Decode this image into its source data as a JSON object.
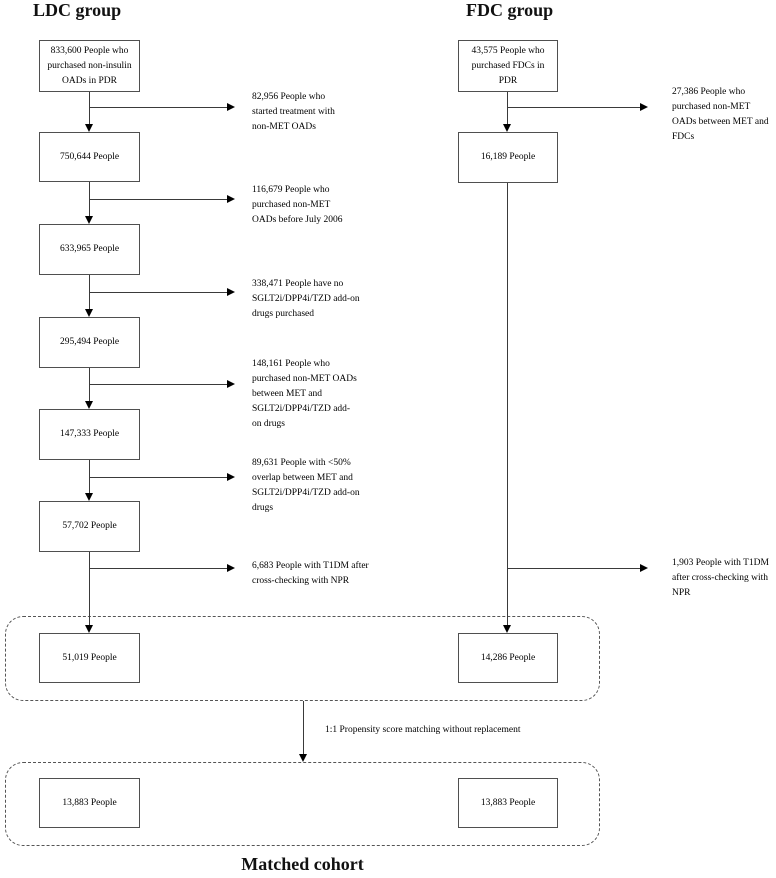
{
  "diagram": {
    "ldc": {
      "title": "LDC group",
      "boxes": [
        "833,600 People who\npurchased non-insulin\nOADs in PDR",
        "750,644 People",
        "633,965 People",
        "295,494 People",
        "147,333 People",
        "57,702 People",
        "51,019 People",
        "13,883 People"
      ],
      "exclusions": [
        "82,956 People who\nstarted treatment with\nnon-MET OADs",
        "116,679 People who\npurchased non-MET\nOADs before July 2006",
        "338,471 People have no\nSGLT2i/DPP4i/TZD add-on\ndrugs purchased",
        "148,161 People who\npurchased non-MET OADs\nbetween MET and\nSGLT2i/DPP4i/TZD add-\non drugs",
        "89,631 People with <50%\noverlap between MET and\nSGLT2i/DPP4i/TZD add-on\ndrugs",
        "6,683 People with T1DM after\ncross-checking with NPR"
      ]
    },
    "fdc": {
      "title": "FDC group",
      "boxes": [
        "43,575 People who\npurchased FDCs in\nPDR",
        "16,189 People",
        "14,286 People",
        "13,883 People"
      ],
      "exclusions": [
        "27,386 People who\npurchased non-MET\nOADs between MET and\nFDCs",
        "1,903 People with T1DM\nafter cross-checking with\nNPR"
      ]
    },
    "matching_label": "1:1 Propensity score matching without replacement",
    "matched_cohort_label": "Matched cohort"
  }
}
